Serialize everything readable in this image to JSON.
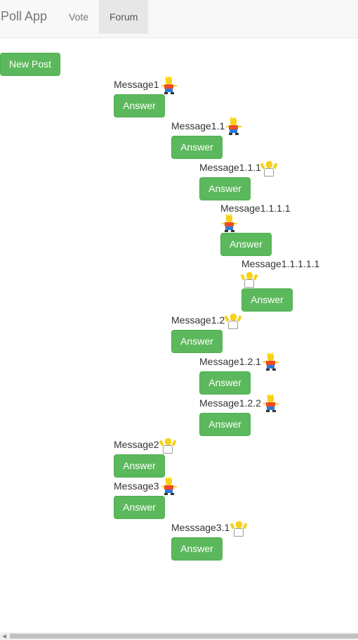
{
  "navbar": {
    "brand": "Poll App",
    "items": [
      {
        "label": "Vote",
        "active": false
      },
      {
        "label": "Forum",
        "active": true
      }
    ]
  },
  "new_post_label": "New Post",
  "answer_label": "Answer",
  "messages": [
    {
      "text": "Message1",
      "depth": 0,
      "avatar": "bart-icon"
    },
    {
      "text": "Message1.1",
      "depth": 1,
      "avatar": "bart-icon"
    },
    {
      "text": "Message1.1.1",
      "depth": 2,
      "avatar": "homer-icon"
    },
    {
      "text": "Message1.1.1.1",
      "depth": 3,
      "avatar": "bart-icon"
    },
    {
      "text": "Message1.1.1.1.1",
      "depth": 4,
      "avatar": "homer-icon"
    },
    {
      "text": "Message1.2",
      "depth": 1,
      "avatar": "homer-icon"
    },
    {
      "text": "Message1.2.1",
      "depth": 2,
      "avatar": "bart-icon"
    },
    {
      "text": "Message1.2.2",
      "depth": 2,
      "avatar": "bart-icon"
    },
    {
      "text": "Message2",
      "depth": 0,
      "avatar": "homer-icon"
    },
    {
      "text": "Message3",
      "depth": 0,
      "avatar": "bart-icon"
    },
    {
      "text": "Messsage3.1",
      "depth": 1,
      "avatar": "homer-icon"
    }
  ],
  "colors": {
    "button": "#5cb85c",
    "button_border": "#4cae4c",
    "navbar": "#f8f8f8"
  }
}
